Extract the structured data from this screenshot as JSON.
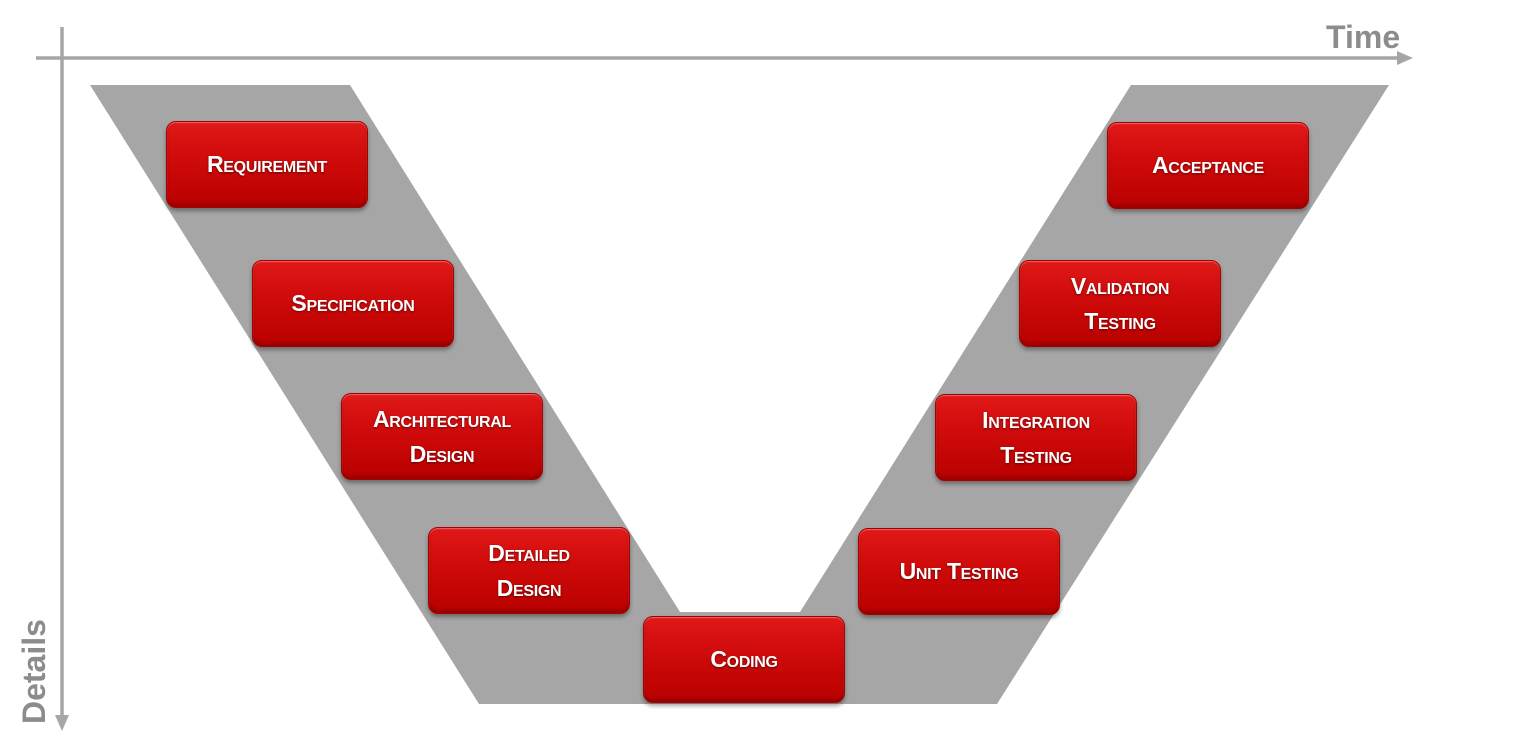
{
  "axes": {
    "x_label": "Time",
    "y_label": "Details"
  },
  "colors": {
    "axis": "#a6a6a6",
    "axis_label": "#8c8c8c",
    "band": "#a6a6a6",
    "stage_fill": "#cc0000",
    "stage_text": "#ffffff"
  },
  "stages": {
    "requirement": {
      "lines": [
        "Requirement"
      ]
    },
    "specification": {
      "lines": [
        "Specification"
      ]
    },
    "architectural": {
      "lines": [
        "Architectural",
        "Design"
      ]
    },
    "detailed": {
      "lines": [
        "Detailed",
        "Design"
      ]
    },
    "coding": {
      "lines": [
        "Coding"
      ]
    },
    "unit": {
      "lines": [
        "Unit Testing"
      ]
    },
    "integration": {
      "lines": [
        "Integration",
        "Testing"
      ]
    },
    "validation": {
      "lines": [
        "Validation",
        "Testing"
      ]
    },
    "acceptance": {
      "lines": [
        "Acceptance"
      ]
    }
  }
}
